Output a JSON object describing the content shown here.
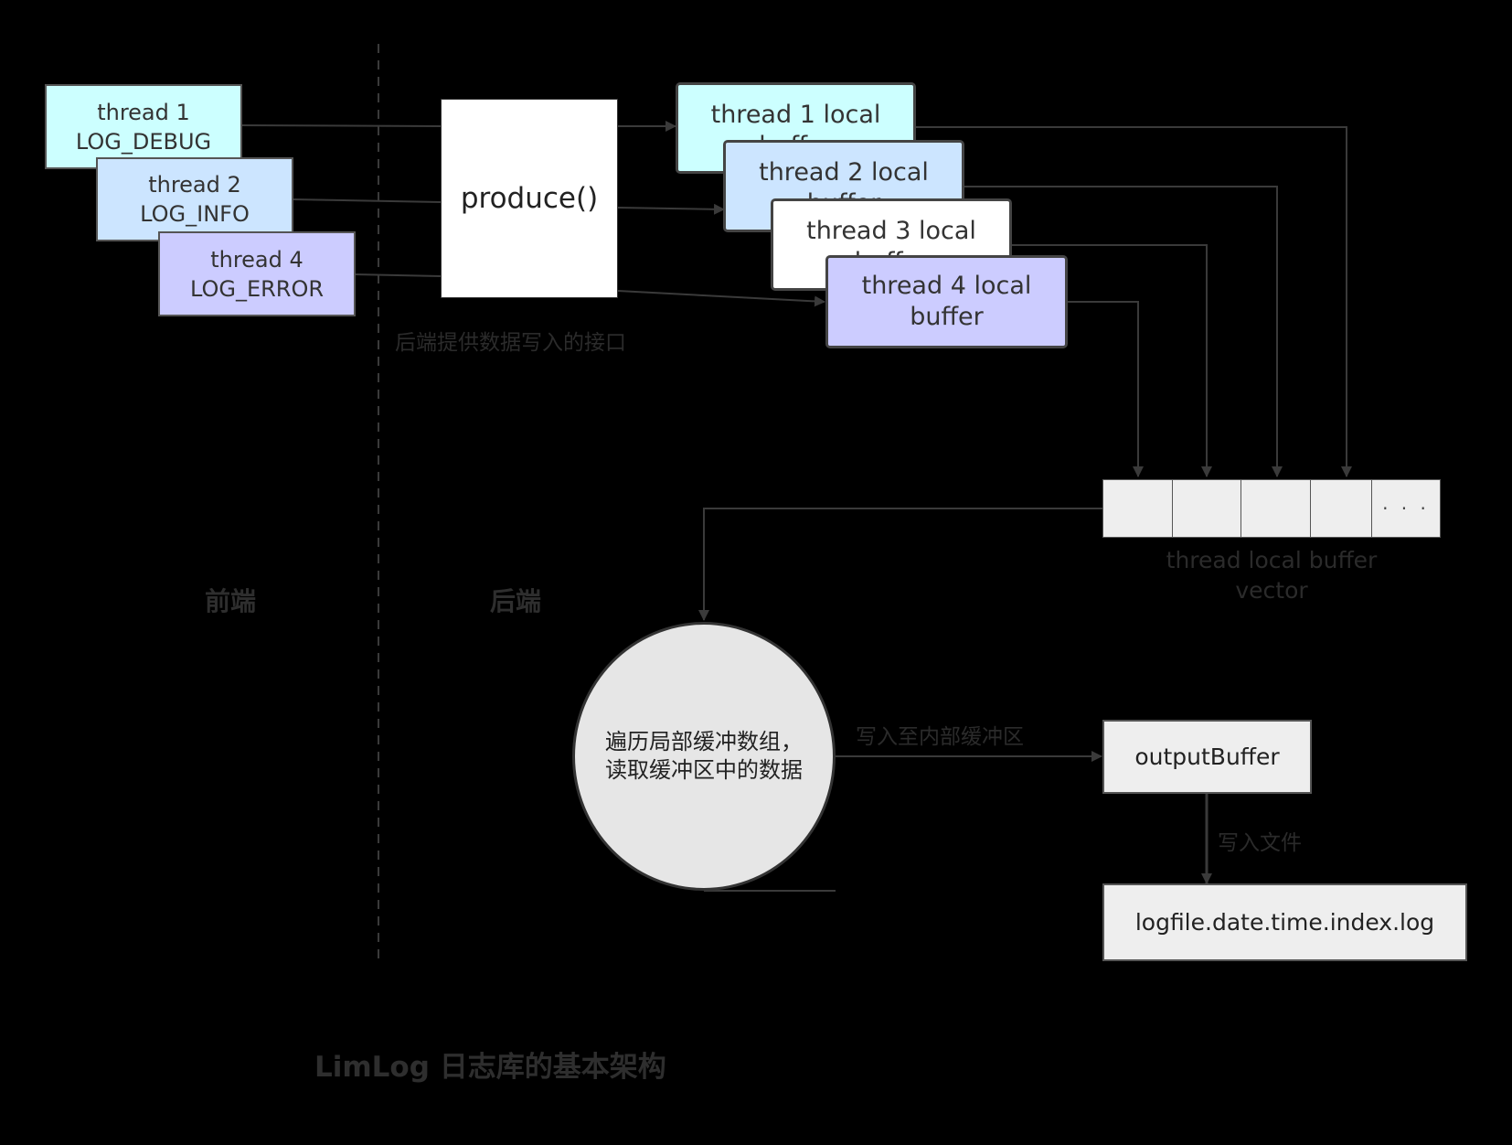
{
  "colors": {
    "background": "#000000",
    "line": "#3a3a3a",
    "cyan_box": "#ccffff",
    "light_blue_box": "#cce5ff",
    "white_box": "#ffffff",
    "lavender_box": "#ccccff",
    "grey_box": "#eeeeee"
  },
  "frontend": {
    "label": "前端",
    "threads": [
      {
        "line1": "thread 1",
        "line2": "LOG_DEBUG"
      },
      {
        "line1": "thread 2",
        "line2": "LOG_INFO"
      },
      {
        "line1": "thread 4",
        "line2": "LOG_ERROR"
      }
    ]
  },
  "backend": {
    "label": "后端",
    "produce": "produce()",
    "interface_caption": "后端提供数据写入的接口",
    "local_buffers": [
      {
        "line1": "thread 1 local",
        "line2": "buffer"
      },
      {
        "line1": "thread 2 local",
        "line2": "buffer"
      },
      {
        "line1": "thread 3 local",
        "line2": "buffer"
      },
      {
        "line1": "thread 4 local",
        "line2": "buffer"
      }
    ],
    "vector": {
      "ellipsis": "· · ·",
      "caption_line1": "thread local buffer",
      "caption_line2": "vector"
    },
    "process": {
      "line1": "遍历局部缓冲数组，",
      "line2": "读取缓冲区中的数据"
    },
    "write_internal_label": "写入至内部缓冲区",
    "output_buffer": "outputBuffer",
    "write_file_label": "写入文件",
    "logfile": "logfile.date.time.index.log"
  },
  "title": "LimLog 日志库的基本架构"
}
